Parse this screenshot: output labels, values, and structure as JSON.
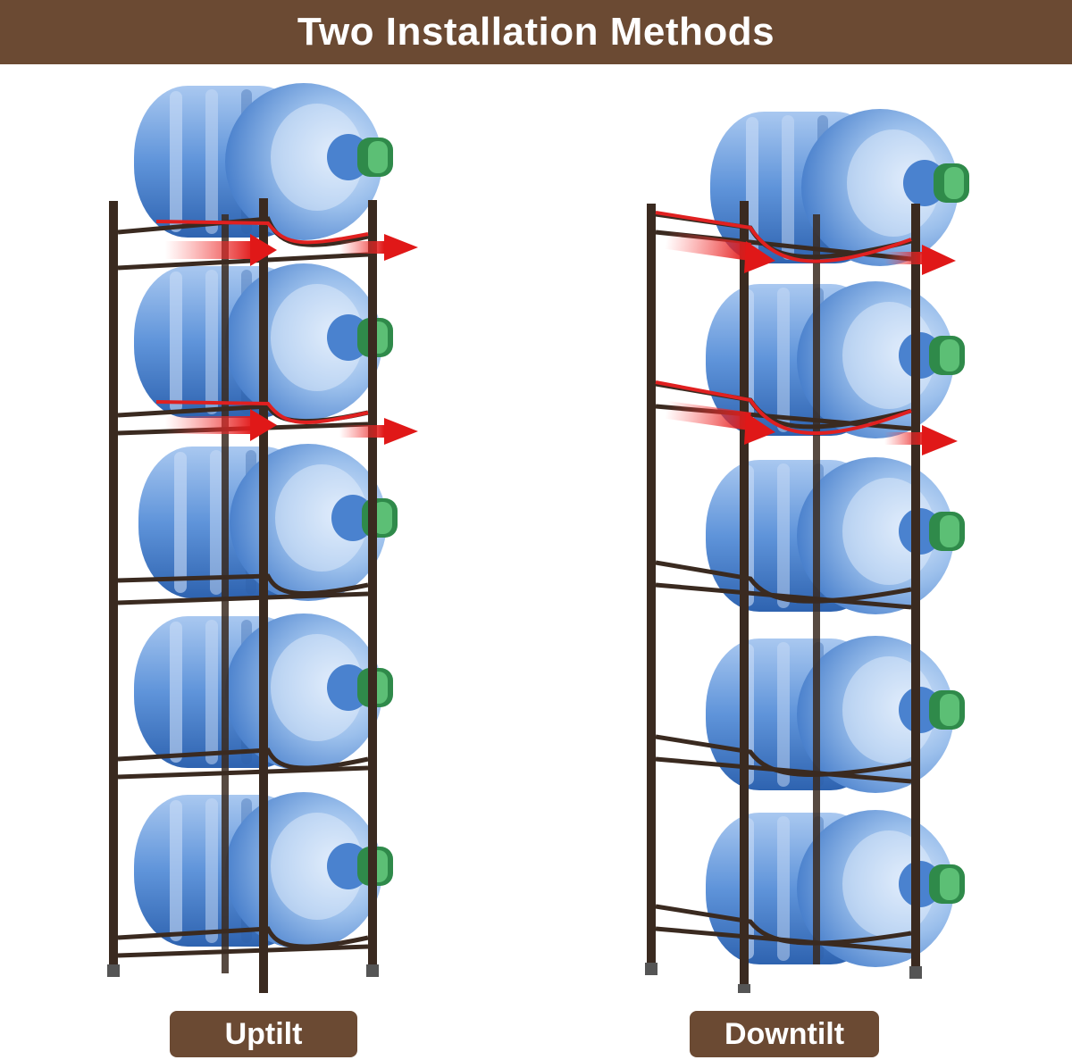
{
  "header": {
    "title": "Two Installation Methods"
  },
  "methods": [
    {
      "label": "Uptilt"
    },
    {
      "label": "Downtilt"
    }
  ],
  "colors": {
    "banner": "#6b4a33",
    "frame": "#3a2a20",
    "bottle": "#6f9ed8",
    "cap": "#2f8a4a",
    "arrow": "#e02020"
  }
}
